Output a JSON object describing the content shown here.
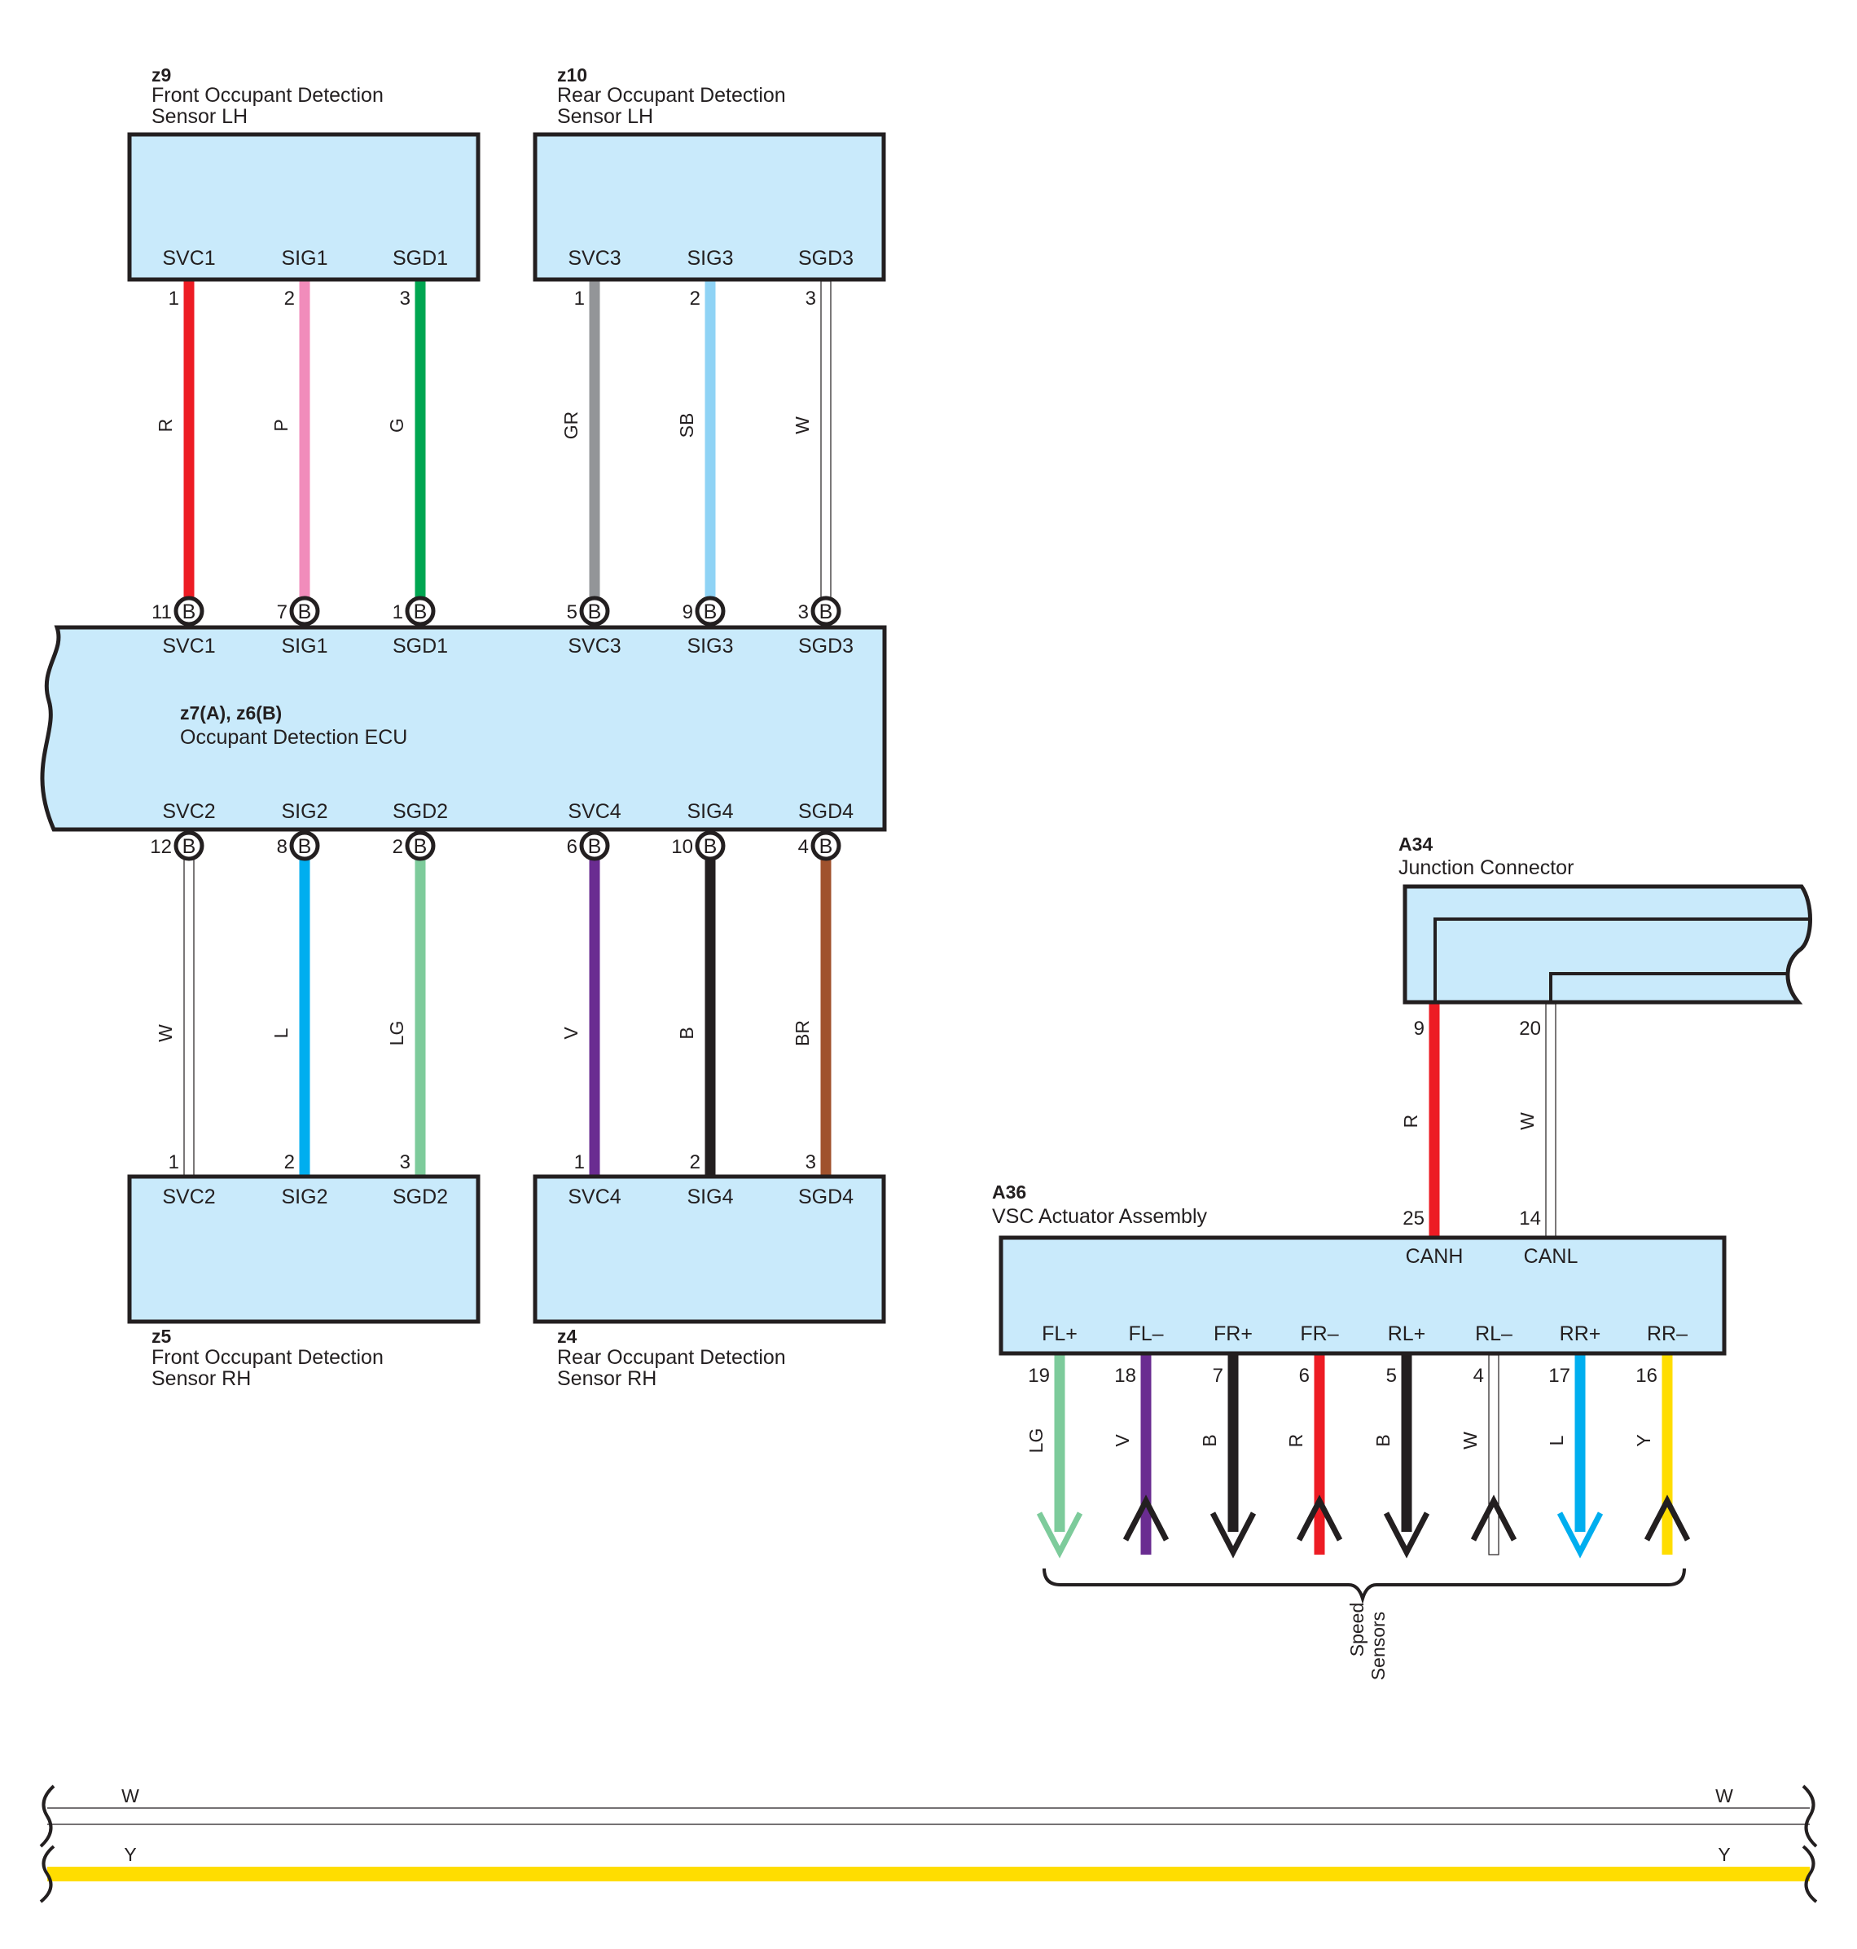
{
  "connectors": {
    "z9": {
      "id": "z9",
      "name_line1": "Front Occupant Detection",
      "name_line2": "Sensor LH",
      "pins": [
        "SVC1",
        "SIG1",
        "SGD1"
      ],
      "pin_numbers": [
        "1",
        "2",
        "3"
      ]
    },
    "z10": {
      "id": "z10",
      "name_line1": "Rear Occupant Detection",
      "name_line2": "Sensor LH",
      "pins": [
        "SVC3",
        "SIG3",
        "SGD3"
      ],
      "pin_numbers": [
        "1",
        "2",
        "3"
      ]
    },
    "ecu": {
      "id": "z7(A), z6(B)",
      "name": "Occupant Detection ECU",
      "top_pins": [
        "SVC1",
        "SIG1",
        "SGD1",
        "SVC3",
        "SIG3",
        "SGD3"
      ],
      "top_pin_numbers": [
        "11",
        "7",
        "1",
        "5",
        "9",
        "3"
      ],
      "bottom_pins": [
        "SVC2",
        "SIG2",
        "SGD2",
        "SVC4",
        "SIG4",
        "SGD4"
      ],
      "bottom_pin_numbers": [
        "12",
        "8",
        "2",
        "6",
        "10",
        "4"
      ],
      "terminal_letter": "B"
    },
    "z5": {
      "id": "z5",
      "name_line1": "Front Occupant Detection",
      "name_line2": "Sensor RH",
      "pins": [
        "SVC2",
        "SIG2",
        "SGD2"
      ],
      "pin_numbers": [
        "1",
        "2",
        "3"
      ]
    },
    "z4": {
      "id": "z4",
      "name_line1": "Rear Occupant Detection",
      "name_line2": "Sensor RH",
      "pins": [
        "SVC4",
        "SIG4",
        "SGD4"
      ],
      "pin_numbers": [
        "1",
        "2",
        "3"
      ]
    },
    "a34": {
      "id": "A34",
      "name": "Junction Connector",
      "pin_numbers": [
        "9",
        "20"
      ]
    },
    "a36": {
      "id": "A36",
      "name": "VSC Actuator Assembly",
      "top_pins": [
        "CANH",
        "CANL"
      ],
      "top_pin_numbers": [
        "25",
        "14"
      ],
      "bottom_pins": [
        "FL+",
        "FL–",
        "FR+",
        "FR–",
        "RL+",
        "RL–",
        "RR+",
        "RR–"
      ],
      "bottom_pin_numbers": [
        "19",
        "18",
        "7",
        "6",
        "5",
        "4",
        "17",
        "16"
      ]
    }
  },
  "wires": {
    "z9_ecu": [
      "R",
      "P",
      "G"
    ],
    "z10_ecu": [
      "GR",
      "SB",
      "W"
    ],
    "ecu_z5": [
      "W",
      "L",
      "LG"
    ],
    "ecu_z4": [
      "V",
      "B",
      "BR"
    ],
    "a34_a36": [
      "R",
      "W"
    ],
    "speed": [
      "LG",
      "V",
      "B",
      "R",
      "B",
      "W",
      "L",
      "Y"
    ]
  },
  "speed_sensors": {
    "line1": "Speed",
    "line2": "Sensors"
  },
  "bus": {
    "w_label": "W",
    "y_label": "Y"
  },
  "colors": {
    "R": "#ed1c24",
    "P": "#f18cbb",
    "G": "#00a651",
    "GR": "#939598",
    "SB": "#8fd3f5",
    "W": "#ffffff",
    "L": "#00aeef",
    "LG": "#7dcb9b",
    "V": "#6a2c91",
    "B": "#231f20",
    "BR": "#a0522d",
    "Y": "#ffdd00",
    "box_fill": "#c9eafb",
    "outline": "#231f20"
  }
}
